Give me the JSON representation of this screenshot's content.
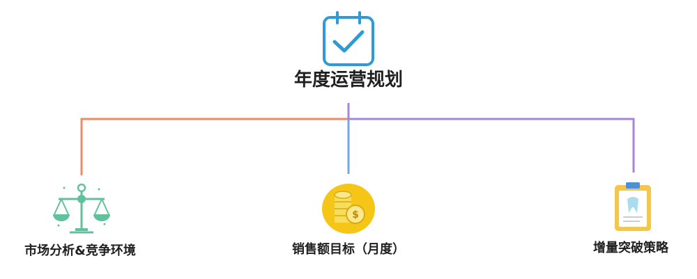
{
  "root": {
    "title": "年度运营规划",
    "icon": "calendar-check-icon"
  },
  "branches": [
    {
      "label": "市场分析&竞争环境",
      "icon": "balance-scale-icon",
      "line_color": "#ee8a62"
    },
    {
      "label": "销售额目标（月度）",
      "icon": "coins-icon",
      "line_color": "#6fa9e0"
    },
    {
      "label": "增量突破策略",
      "icon": "clipboard-icon",
      "line_color": "#a384df"
    }
  ],
  "colors": {
    "calendar": "#2f9ad6",
    "scale": "#5fc29d",
    "coin_badge": "#f5c518",
    "clipboard_frame": "#f6c64a"
  }
}
